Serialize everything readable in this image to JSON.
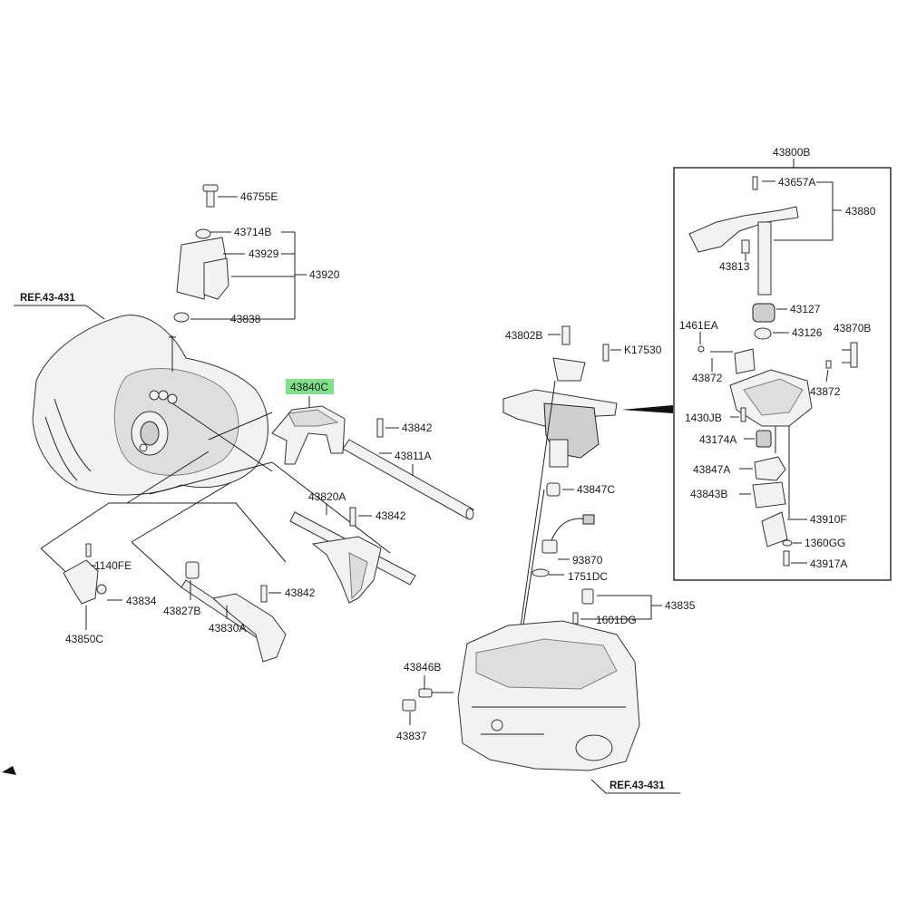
{
  "diagram": {
    "references": {
      "ref_left": "REF.43-431",
      "ref_bottom": "REF.43-431"
    },
    "highlight_color": "#7ee08a",
    "highlighted_part": "43840C",
    "parts": {
      "p46755E": "46755E",
      "p43714B": "43714B",
      "p43929": "43929",
      "p43920": "43920",
      "p43838": "43838",
      "p43840C": "43840C",
      "p43842a": "43842",
      "p43811A": "43811A",
      "p43820A": "43820A",
      "p43842b": "43842",
      "p43842c": "43842",
      "p1140FE": "1140FE",
      "p43834": "43834",
      "p43850C": "43850C",
      "p43827B": "43827B",
      "p43830A": "43830A",
      "p43802B": "43802B",
      "pK17530": "K17530",
      "p43847C": "43847C",
      "p93870": "93870",
      "p1751DC": "1751DC",
      "p43835": "43835",
      "p1601DG": "1601DG",
      "p43846B": "43846B",
      "p43837": "43837",
      "p43800B": "43800B",
      "p43657A": "43657A",
      "p43880": "43880",
      "p43813": "43813",
      "p43127": "43127",
      "p1461EA": "1461EA",
      "p43126": "43126",
      "p43870B": "43870B",
      "p43872a": "43872",
      "p43872b": "43872",
      "p1430JB": "1430JB",
      "p43174A": "43174A",
      "p43847A": "43847A",
      "p43843B": "43843B",
      "p43910F": "43910F",
      "p1360GG": "1360GG",
      "p43917A": "43917A"
    }
  }
}
